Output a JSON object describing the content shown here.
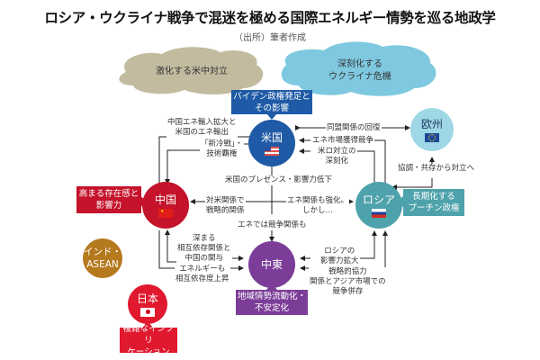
{
  "title": "ロシア・ウクライナ戦争で混迷を極める国際エネルギー情勢を巡る地政学",
  "source": "（出所）筆者作成",
  "clouds": {
    "us_china": {
      "label": "激化する米中対立",
      "color": "#c2bba0"
    },
    "ukraine": {
      "line1": "深刻化する",
      "line2": "ウクライナ危機",
      "color": "#7fc9e0"
    }
  },
  "nodes": {
    "us": {
      "name": "米国",
      "color": "#1f5aa6",
      "flag": "us-flag"
    },
    "europe": {
      "name": "欧州",
      "color": "#9fd7e6",
      "flag": "eu-flag"
    },
    "china": {
      "name": "中国",
      "color": "#c4132b",
      "flag": "china-flag"
    },
    "russia": {
      "name": "ロシア",
      "color": "#4ea2ab",
      "flag": "russia-flag"
    },
    "middle_east": {
      "name": "中東",
      "color": "#7b3d97"
    },
    "india_asean": {
      "line1": "インド・",
      "line2": "ASEAN",
      "color": "#b5791e"
    },
    "japan": {
      "name": "日本",
      "color": "#e0192e",
      "flag": "japan-flag"
    }
  },
  "callouts": {
    "us": {
      "line1": "バイデン政権発足と",
      "line2": "その影響",
      "color": "#1f5aa6"
    },
    "china": {
      "line1": "高まる存在感と",
      "line2": "影響力",
      "color": "#c4132b"
    },
    "russia": {
      "line1": "長期化する",
      "line2": "プーチン政権",
      "color": "#4ea2ab"
    },
    "middle_east": {
      "line1": "地域情勢流動化・",
      "line2": "不安定化",
      "color": "#7b3d97"
    },
    "japan": {
      "line1": "複雑なインプリ",
      "line2": "ケーション",
      "color": "#e0192e"
    }
  },
  "relations": {
    "china_us_energy": {
      "line1": "中国エネ輸入拡大と",
      "line2": "米国のエネ輸出"
    },
    "new_cold_war": {
      "line1": "「新冷戦」・",
      "line2": "技術覇権"
    },
    "us_europe": {
      "line1": "同盟関係の回復"
    },
    "energy_market": {
      "line1": "エネ市場獲得競争"
    },
    "us_russia": {
      "line1": "米ロ対立の",
      "line2": "深刻化"
    },
    "europe_russia": {
      "line1": "協調・共存から対立へ"
    },
    "us_presence": {
      "line1": "米国のプレゼンス・影響力低下"
    },
    "china_strategic": {
      "line1": "対米関係で",
      "line2": "戦略的関係"
    },
    "russia_energy": {
      "line1": "エネ関係も強化。",
      "line2": "しかし…"
    },
    "energy_competition": {
      "line1": "エネでは競争関係も"
    },
    "china_me_deep": {
      "line1": "深まる",
      "line2": "相互依存関係と",
      "line3": "中国の関与"
    },
    "china_me_energy": {
      "line1": "エネルギーも",
      "line2": "相互依存度上昇"
    },
    "russia_influence": {
      "line1": "ロシアの",
      "line2": "影響力拡大"
    },
    "russia_me_coop": {
      "line1": "戦略的協力",
      "line2": "関係とアジア市場での",
      "line3": "競争併存"
    }
  }
}
